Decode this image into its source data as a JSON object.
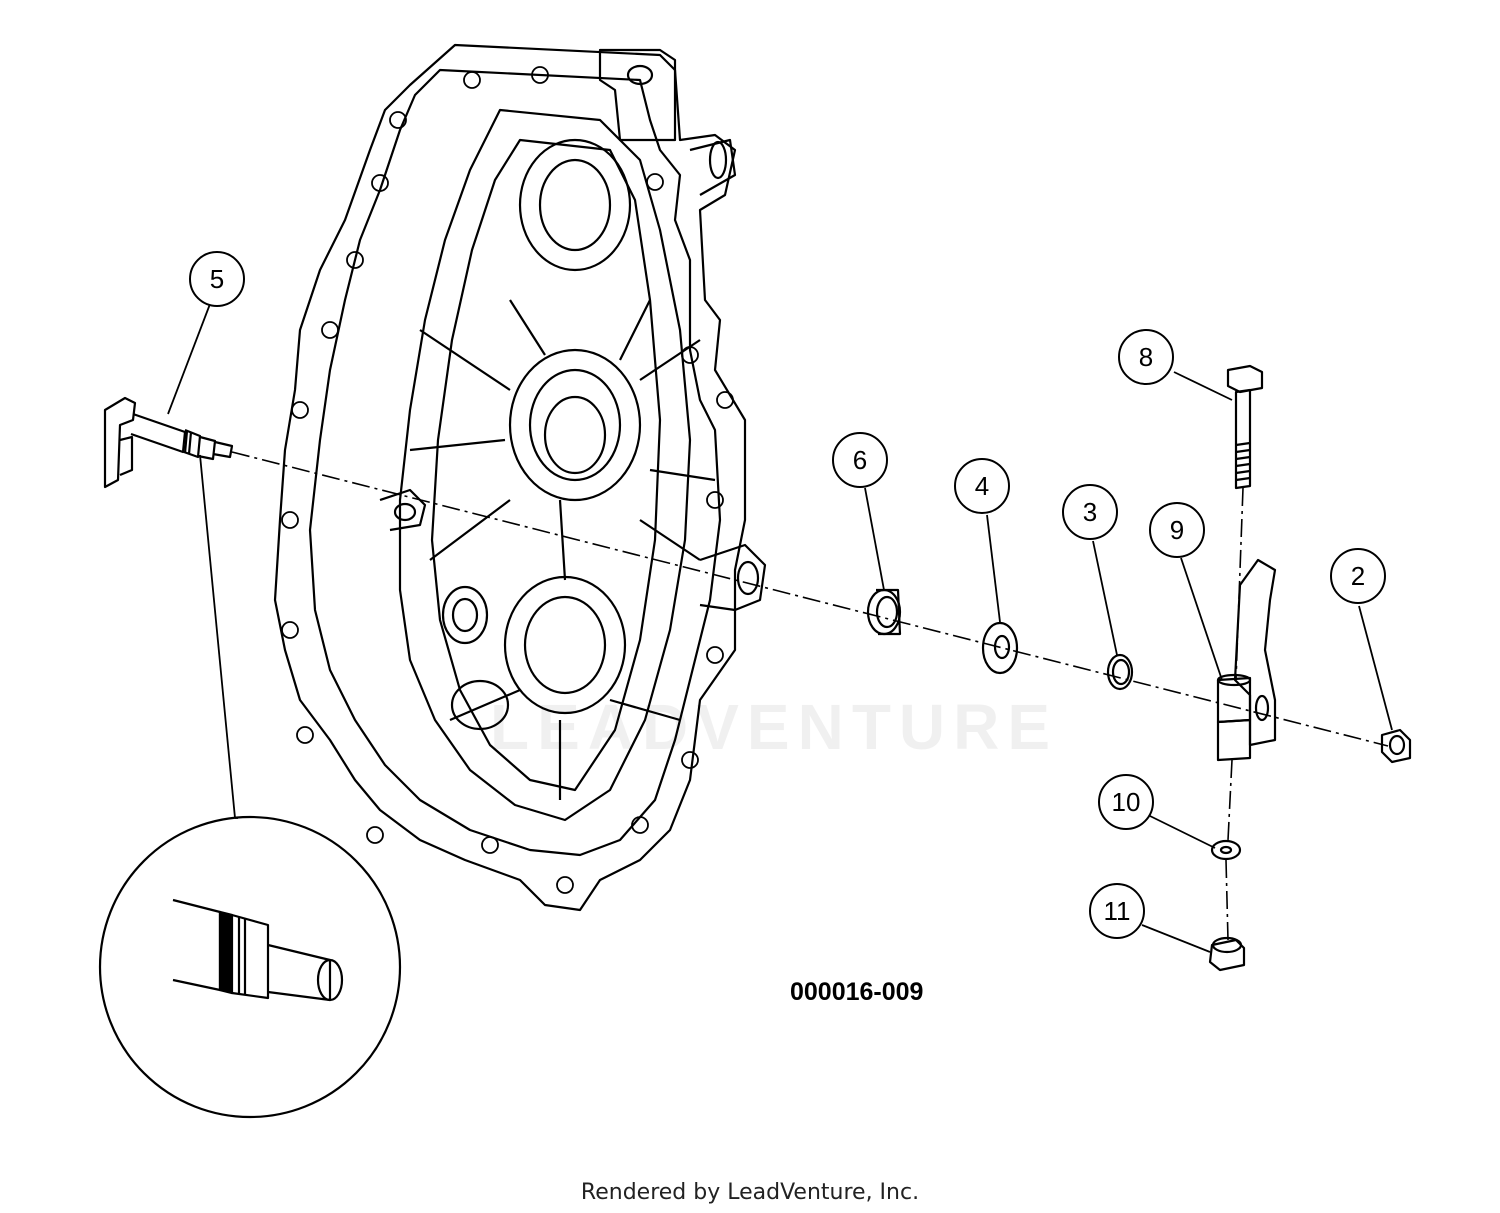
{
  "diagram": {
    "code": "000016-009",
    "callouts": [
      "5",
      "6",
      "4",
      "3",
      "9",
      "8",
      "2",
      "10",
      "11"
    ]
  },
  "watermark": "LEADVENTURE",
  "footer": {
    "credit": "Rendered by LeadVenture, Inc."
  },
  "colors": {
    "line": "#000000",
    "background": "#ffffff"
  }
}
